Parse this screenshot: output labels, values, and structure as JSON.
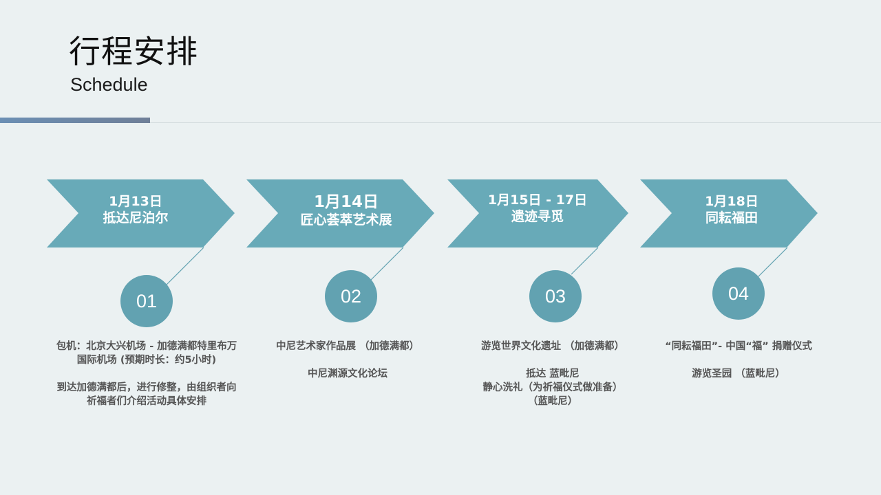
{
  "header": {
    "title": "行程安排",
    "subtitle": "Schedule"
  },
  "colors": {
    "chevron": "#68aab8",
    "circle": "#62a2b1",
    "connector": "#62a2b1",
    "accent_bar": "#6b8fb4",
    "background": "#ebf1f2"
  },
  "steps": [
    {
      "date": "1月13日",
      "place": "抵达尼泊尔",
      "number": "01",
      "desc": [
        "包机：北京大兴机场 - 加德满都特里布万国际机场 (预期时长：约5小时)",
        "",
        "到达加德满都后，进行修整，由组织者向祈福者们介绍活动具体安排"
      ]
    },
    {
      "date": "1月14日",
      "place": "匠心荟萃艺术展",
      "number": "02",
      "desc": [
        "中尼艺术家作品展  （加德满都）",
        "",
        "中尼渊源文化论坛"
      ]
    },
    {
      "date": "1月15日 - 17日",
      "place": "遗迹寻觅",
      "number": "03",
      "desc": [
        "游览世界文化遗址 （加德满都）",
        "",
        "抵达 蓝毗尼",
        "静心洗礼（为祈福仪式做准备）",
        "（蓝毗尼）"
      ]
    },
    {
      "date": "1月18日",
      "place": "同耘福田",
      "number": "04",
      "desc": [
        "“同耘福田”- 中国“福” 捐赠仪式",
        "",
        "游览圣园 （蓝毗尼）"
      ]
    }
  ]
}
